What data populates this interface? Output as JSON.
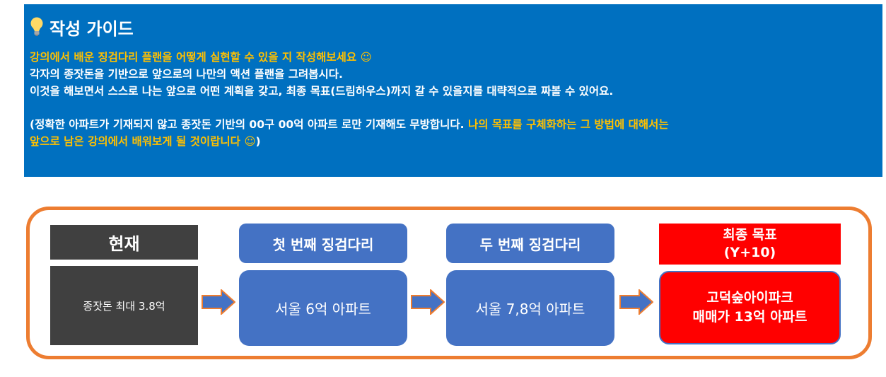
{
  "guide": {
    "title": "작성 가이드",
    "line1": "강의에서 배운 징검다리 플랜을 어떻게 실현할 수 있을 지 작성해보세요 ☺",
    "line2": "각자의 종잣돈을 기반으로 앞으로의 나만의 액션 플랜을 그려봅시다.",
    "line3": "이것을 해보면서 스스로 나는 앞으로 어떤 계획을 갖고, 최종 목표(드림하우스)까지 갈 수 있을지를 대략적으로 짜볼 수 있어요.",
    "line4_white": "(정확한 아파트가 기재되지 않고 종잣돈 기반의 00구 00억 아파트 로만 기재해도 무방합니다.",
    "line4_yellow": " 나의 목표를 구체화하는 그 방법에 대해서는",
    "line5_yellow": "앞으로 남은 강의에서 배워보게 될 것이랍니다 ☺",
    "line5_white": ")"
  },
  "plan": {
    "current_header": "현재",
    "current_value": "종잣돈 최대 3.8억",
    "step1_header": "첫 번째 징검다리",
    "step1_value": "서울 6억 아파트",
    "step2_header": "두 번째 징검다리",
    "step2_value": "서울 7,8억 아파트",
    "final_header_line1": "최종 목표",
    "final_header_line2": "(Y+10)",
    "final_value_line1": "고덕숲아이파크",
    "final_value_line2": "매매가 13억 아파트"
  },
  "colors": {
    "guide_bg": "#0070c0",
    "highlight": "#ffc000",
    "frame": "#ed7d31",
    "step_blue": "#4472c4",
    "current_dark": "#404040",
    "final_red": "#ff0000"
  },
  "icons": [
    "lightbulb-icon",
    "right-arrow-icon"
  ]
}
